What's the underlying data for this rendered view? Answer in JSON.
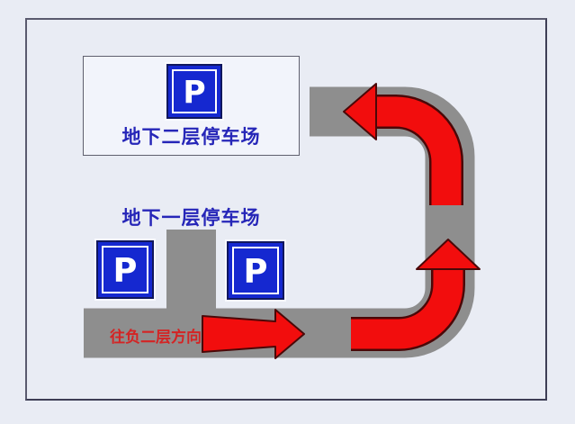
{
  "diagram": {
    "description_role": "parking-garage-direction-diagram",
    "labels": {
      "basement2": "地下二层停车场",
      "basement1": "地下一层停车场",
      "direction": "往负二层方向"
    },
    "parking_symbol": "P",
    "signs": [
      {
        "id": "b2-sign",
        "symbol": "P",
        "area": "地下二层停车场"
      },
      {
        "id": "b1-sign-left",
        "symbol": "P",
        "area": "地下一层停车场"
      },
      {
        "id": "b1-sign-right",
        "symbol": "P",
        "area": "地下一层停车场"
      }
    ],
    "arrows": [
      {
        "id": "straight-arrow-right",
        "direction": "right"
      },
      {
        "id": "curved-arrow-up",
        "direction": "right-then-up"
      },
      {
        "id": "curved-arrow-left",
        "direction": "up-then-left"
      }
    ],
    "colors": {
      "background": "#e9ecf4",
      "road_gray": "#8e8e8e",
      "arrow_red": "#f20d0d",
      "sign_blue": "#1528d0",
      "label_blue": "#2626b8",
      "label_red": "#d42424"
    }
  }
}
